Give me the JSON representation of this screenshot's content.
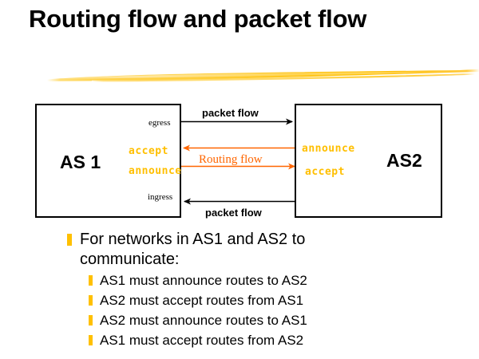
{
  "slide": {
    "title": "Routing flow and packet flow",
    "accent_gold": "#ffc000",
    "accent_orange": "#ff6600"
  },
  "diagram": {
    "left_box": {
      "name": "AS 1",
      "gold_upper": "accept",
      "gold_lower": "announce",
      "edge_top_label": "egress",
      "edge_bottom_label": "ingress"
    },
    "right_box": {
      "name": "AS2",
      "gold_upper": "announce",
      "gold_lower": "accept"
    },
    "arrows": {
      "packet_flow_top": "packet flow",
      "packet_flow_bottom": "packet flow",
      "routing_flow": "Routing flow"
    }
  },
  "bullets": {
    "main": "For networks in AS1 and AS2 to communicate:",
    "sub": [
      "AS1 must announce routes to AS2",
      "AS2 must accept routes from AS1",
      "AS2 must announce routes to AS1",
      "AS1 must accept routes from AS2"
    ]
  }
}
